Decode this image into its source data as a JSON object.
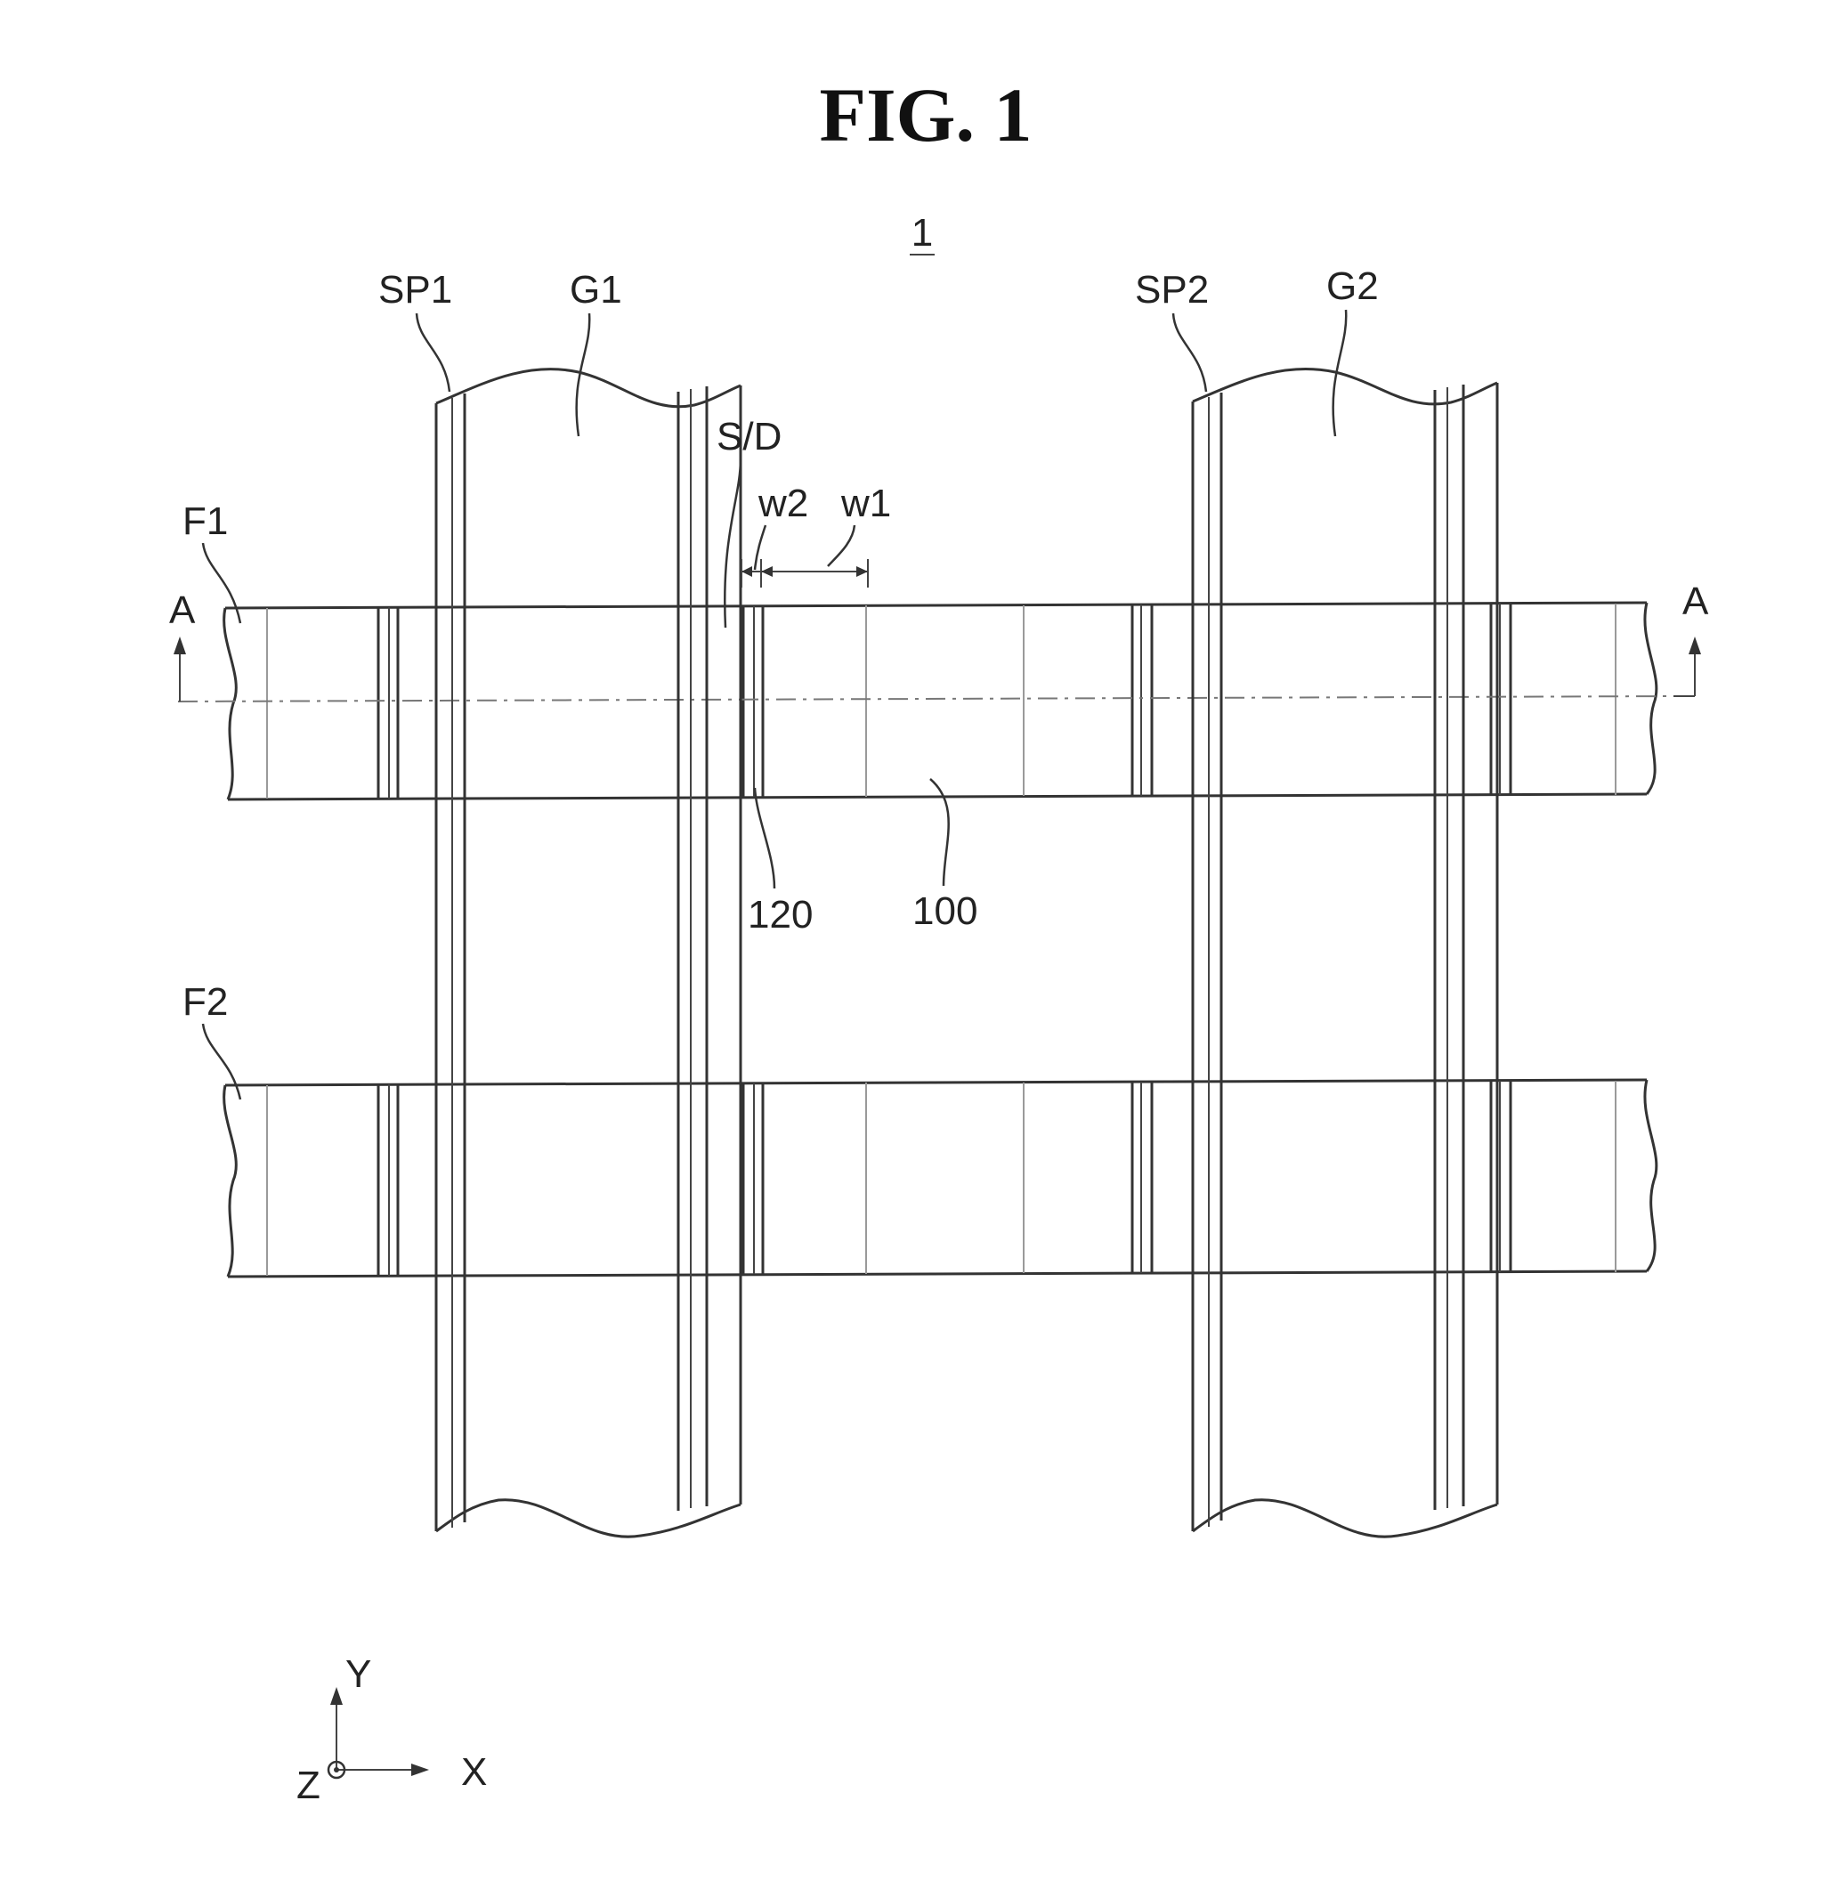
{
  "figure": {
    "title": "FIG. 1",
    "ref_number": "1"
  },
  "labels": {
    "sp1": "SP1",
    "g1": "G1",
    "sp2": "SP2",
    "g2": "G2",
    "sd": "S/D",
    "w2": "w2",
    "w1": "w1",
    "f1": "F1",
    "f2": "F2",
    "a_left": "A",
    "a_right": "A",
    "n120": "120",
    "n100": "100"
  },
  "axes": {
    "y": "Y",
    "x": "X",
    "z": "Z"
  }
}
